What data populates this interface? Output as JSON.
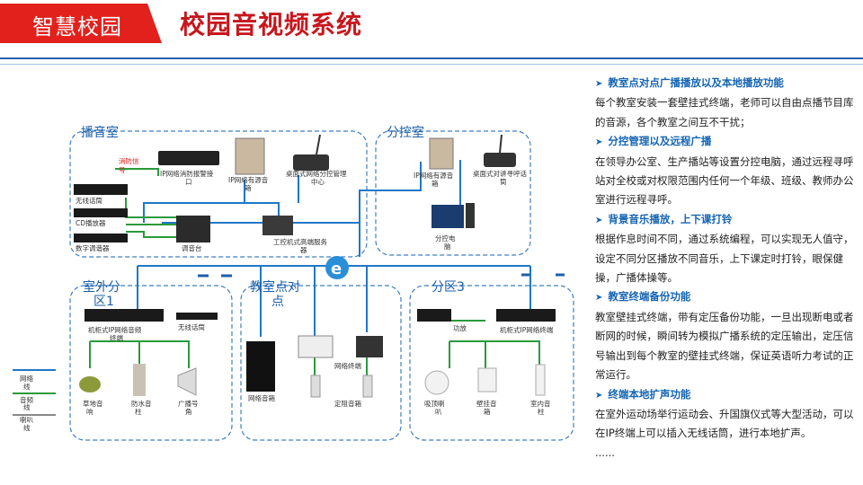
{
  "header": {
    "tab": "智慧校园",
    "title": "校园音视频系统"
  },
  "zones": {
    "broadcast_room": "播音室",
    "branch_control": "分控室",
    "outdoor_l1": "室外分",
    "outdoor_l2": "区1",
    "classroom_l1": "教室点对",
    "classroom_l2": "点",
    "zone3": "分区3"
  },
  "devices": {
    "fire_signal_l1": "消防信",
    "fire_signal_l2": "号",
    "ip_fire_panel_l1": "IP网络消防报警接",
    "ip_fire_panel_l2": "口",
    "ip_speaker_l1": "IP网络有源音",
    "ip_speaker_l2": "箱",
    "desk_ctrl_l1": "桌面式网络分控管理",
    "desk_ctrl_l2": "中心",
    "wireless_mic": "无线话筒",
    "cd_player": "CD播放器",
    "digital_tuner": "数字调谐器",
    "mixer": "调音台",
    "ipc_server_l1": "工控机式高端服务",
    "ipc_server_l2": "器",
    "b_ip_speaker_l1": "IP网络有源音",
    "b_ip_speaker_l2": "箱",
    "desk_intercom_l1": "桌面式对讲寻呼话",
    "desk_intercom_l2": "筒",
    "branch_pc_l1": "分控电",
    "branch_pc_l2": "脑",
    "rack_terminal_l1": "机柜式IP网络音频",
    "rack_terminal_l2": "终端",
    "outdoor_mic": "无线话筒",
    "grass_spk_l1": "草地音",
    "grass_spk_l2": "响",
    "column_spk_l1": "防水音",
    "column_spk_l2": "柱",
    "horn_l1": "广播号",
    "horn_l2": "角",
    "net_speaker": "网络音箱",
    "net_terminal": "网络终端",
    "fixed_spk": "定阻音箱",
    "amp": "功放",
    "rack_terminal3": "机柜式IP网络终端",
    "ceiling_l1": "吸顶喇",
    "ceiling_l2": "叭",
    "wall_spk_l1": "壁挂音",
    "wall_spk_l2": "箱",
    "indoor_col_l1": "室内音",
    "indoor_col_l2": "柱"
  },
  "legend": {
    "network_l1": "网络",
    "network_l2": "线",
    "audio_l1": "音频",
    "audio_l2": "线",
    "speaker_l1": "喇叭",
    "speaker_l2": "线"
  },
  "features": [
    {
      "title": "教室点对点广播播放以及本地播放功能",
      "text": "每个教室安装一套壁挂式终端，老师可以自由点播节目库的音源，各个教室之间互不干扰；"
    },
    {
      "title": "分控管理以及远程广播",
      "text": "在领导办公室、生产播站等设置分控电脑，通过远程寻呼站对全校或对权限范围内任何一个年级、班级、教师办公室进行远程寻呼。"
    },
    {
      "title": "背景音乐播放，上下课打铃",
      "text": "根据作息时间不同，通过系统编程，可以实现无人值守，设定不同分区播放不同音乐，上下课定时打铃，眼保健操，广播体操等。"
    },
    {
      "title": "教室终端备份功能",
      "text": "教室壁挂式终端，带有定压备份功能，一旦出现断电或者断网的时候，瞬间转为模拟广播系统的定压输出，定压信号输出到每个教室的壁挂式终端，保证英语听力考试的正常运行。"
    },
    {
      "title": "终端本地扩声功能",
      "text": "在室外运动场举行运动会、升国旗仪式等大型活动，可以在IP终端上可以插入无线话筒，进行本地扩声。"
    }
  ],
  "ellipsis": "......",
  "colors": {
    "brand_red": "#e2211c",
    "title_red": "#c8161d",
    "network_blue": "#1f78c8",
    "audio_green": "#2a9a3c",
    "zone_border": "#3d7fc2",
    "feature_blue": "#1464b4"
  }
}
